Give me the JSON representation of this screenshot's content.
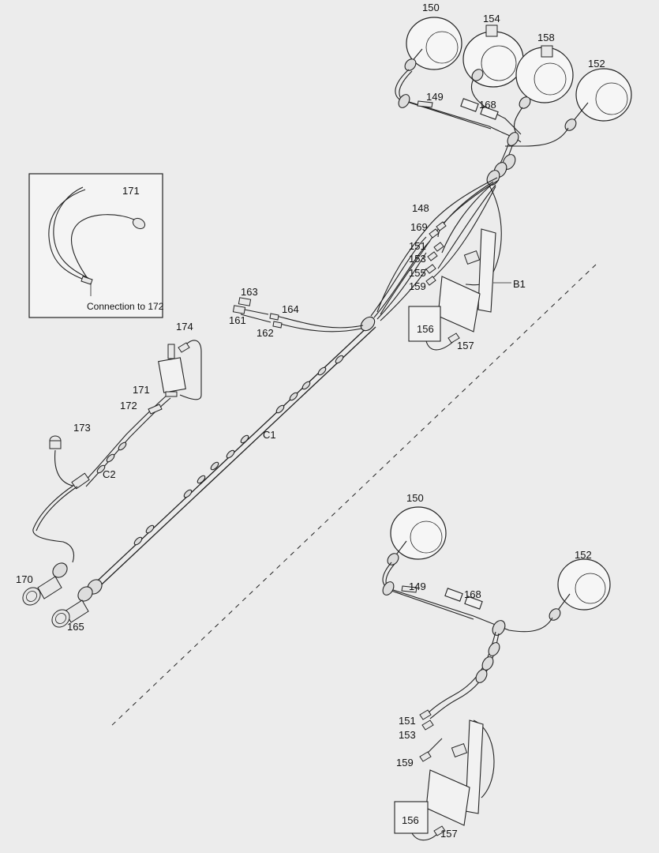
{
  "inset": {
    "part_label": "171",
    "caption": "Connection to 172"
  },
  "harness_labels": {
    "c1": "C1",
    "c2": "C2",
    "b1": "B1"
  },
  "upper_assembly": {
    "lamp_150": "150",
    "lamp_154": "154",
    "lamp_158": "158",
    "lamp_152": "152",
    "conn_149": "149",
    "relay_168": "168",
    "conn_148": "148",
    "conn_169": "169",
    "conn_151": "151",
    "conn_153": "153",
    "conn_155": "155",
    "conn_159": "159",
    "box_156": "156",
    "conn_157": "157",
    "conn_163": "163",
    "conn_164": "164",
    "conn_161": "161",
    "conn_162": "162"
  },
  "left_assembly": {
    "switch_174": "174",
    "part_171": "171",
    "part_172": "172",
    "sensor_173": "173",
    "plug_170": "170",
    "plug_165": "165"
  },
  "lower_assembly": {
    "lamp_150": "150",
    "lamp_152": "152",
    "conn_149": "149",
    "relay_168": "168",
    "conn_151": "151",
    "conn_153": "153",
    "conn_159": "159",
    "box_156": "156",
    "conn_157": "157"
  }
}
